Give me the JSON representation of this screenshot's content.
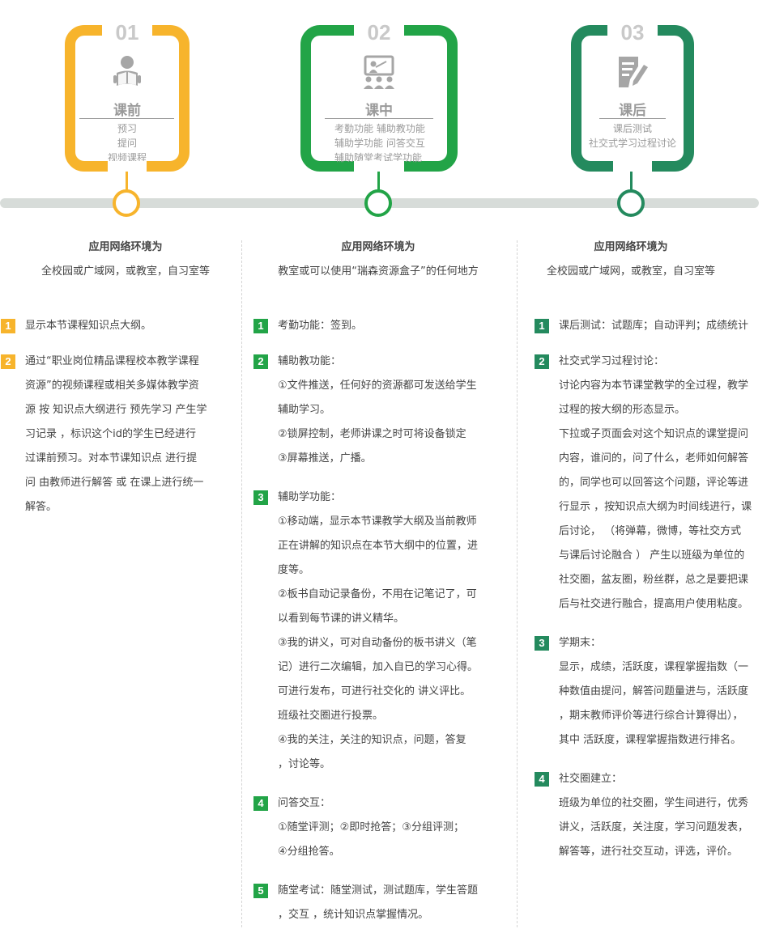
{
  "colors": {
    "orange": "#f7b42c",
    "green": "#22a447",
    "teal": "#248a5e",
    "timeline": "#d7dcd9"
  },
  "stages": [
    {
      "num": "01",
      "title": "课前",
      "icon": "reader-person-icon",
      "items": [
        "预习",
        "提问",
        "视频课程"
      ]
    },
    {
      "num": "02",
      "title": "课中",
      "icon": "teacher-presentation-icon",
      "items": [
        "考勤功能 辅助教功能",
        "辅助学功能 问答交互",
        "辅助随堂考试学功能"
      ]
    },
    {
      "num": "03",
      "title": "课后",
      "icon": "document-edit-icon",
      "items": [
        "课后测试",
        "社交式学习过程讨论"
      ]
    }
  ],
  "columns": [
    {
      "env_title": "应用网络环境为",
      "env_text": "全校园或广域网，或教室，自习室等",
      "list": [
        {
          "n": "1",
          "lines": [
            "显示本节课程知识点大纲。"
          ]
        },
        {
          "n": "2",
          "lines": [
            "通过“职业岗位精品课程校本教学课程",
            "资源”的视频课程或相关多媒体教学资",
            "源 按 知识点大纲进行 预先学习  产生学",
            "习记录     ，标识这个id的学生已经进行",
            "过课前预习。对本节课知识点    进行提",
            "问 由教师进行解答   或 在课上进行统一",
            "解答。"
          ]
        }
      ]
    },
    {
      "env_title": "应用网络环境为",
      "env_text": "教室或可以使用“瑞森资源盒子”的任何地方",
      "list": [
        {
          "n": "1",
          "lines": [
            "考勤功能：签到。"
          ]
        },
        {
          "n": "2",
          "lines": [
            "辅助教功能：",
            "①文件推送，任何好的资源都可发送给学生",
            "辅助学习。",
            "②锁屏控制，老师讲课之时可将设备锁定",
            "③屏幕推送，广播。"
          ]
        },
        {
          "n": "3",
          "lines": [
            "辅助学功能：",
            "①移动端，显示本节课教学大纲及当前教师",
            "正在讲解的知识点在本节大纲中的位置，进",
            "度等。",
            "②板书自动记录备份，不用在记笔记了，可",
            "以看到每节课的讲义精华。",
            "③我的讲义，可对自动备份的板书讲义（笔",
            "记）进行二次编辑，加入自已的学习心得。",
            "可进行发布，可进行社交化的    讲义评比。",
            "班级社交圈进行投票。",
            "④我的关注，关注的知识点，问题，答复",
            "，讨论等。"
          ]
        },
        {
          "n": "4",
          "lines": [
            "问答交互：",
            "①随堂评测；②即时抢答；③分组评测；",
            "④分组抢答。"
          ]
        },
        {
          "n": "5",
          "lines": [
            "随堂考试：随堂测试，测试题库，学生答题",
            "，交互 ，统计知识点掌握情况。"
          ]
        }
      ]
    },
    {
      "env_title": "应用网络环境为",
      "env_text": "全校园或广域网，或教室，自习室等",
      "list": [
        {
          "n": "1",
          "lines": [
            "课后测试：试题库；自动评判；成绩统计"
          ]
        },
        {
          "n": "2",
          "lines": [
            "社交式学习过程讨论：",
            "讨论内容为本节课堂教学的全过程，教学",
            "过程的按大纲的形态显示。",
            "下拉或子页面会对这个知识点的课堂提问",
            "内容，谁问的，问了什么，老师如何解答",
            "的，同学也可以回答这个问题，评论等进",
            "行显示  ，按知识点大纲为时间线进行，课",
            "后讨论，    （将弹幕，微博，等社交方式",
            "与课后讨论融合   ）  产生以班级为单位的",
            "社交圈，盆友圈，粉丝群，总之是要把课",
            "后与社交进行融合，提高用户使用粘度。"
          ]
        },
        {
          "n": "3",
          "lines": [
            "学期末：",
            "显示，成绩，活跃度，课程掌握指数（一",
            "种数值由提问，解答问题量进与，活跃度",
            "，期末教师评价等进行综合计算得出），",
            "其中  活跃度，课程掌握指数进行排名。"
          ]
        },
        {
          "n": "4",
          "lines": [
            "社交圈建立：",
            "班级为单位的社交圈，学生间进行，优秀",
            "讲义，活跃度，关注度，学习问题发表，",
            "解答等，进行社交互动，评选，评价。"
          ]
        }
      ]
    }
  ]
}
